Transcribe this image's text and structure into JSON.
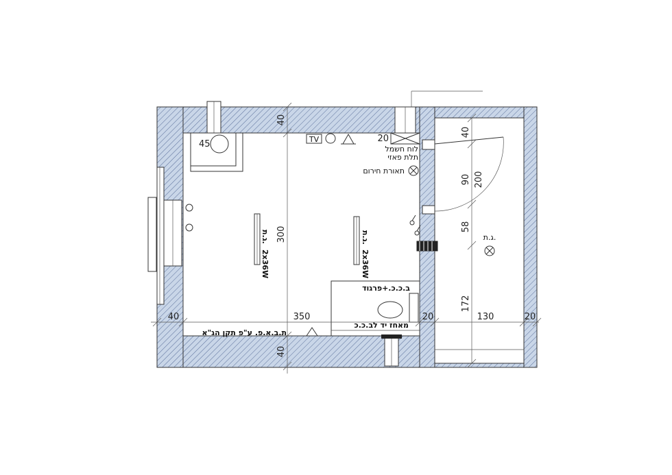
{
  "dimensions": {
    "top_wall": "40",
    "left_wall": "40",
    "bottom_wall": "40",
    "room_height": "300",
    "room_width": "350",
    "partition": "20",
    "right_outer": "20",
    "corridor_width": "130",
    "corridor_40": "40",
    "corridor_90": "90",
    "corridor_200": "200",
    "corridor_58": "58",
    "corridor_172": "172",
    "corner_box": "45",
    "top_20": "20"
  },
  "labels": {
    "panel_line1": "לוח חשמל",
    "panel_line2": "תלת פאזי",
    "emergency_light": "תאורת חירום",
    "light_left": "ג.ת.",
    "watt_left": "2x36W",
    "light_right": "ג.ת.",
    "watt_right": "2x36W",
    "partition": "ב.כ.כ.+פרגוד",
    "grab_bar": "מאחז יד לב.כ.כ",
    "accessible_wc": "ת.ב.א.פ. ע\"פ תקן הג\"א",
    "corridor_light": "ג.ת.",
    "tv": "TV"
  },
  "colors": {
    "wall_fill": "#c9d6e8",
    "hatch": "#5a6f9a",
    "line": "#333333"
  }
}
